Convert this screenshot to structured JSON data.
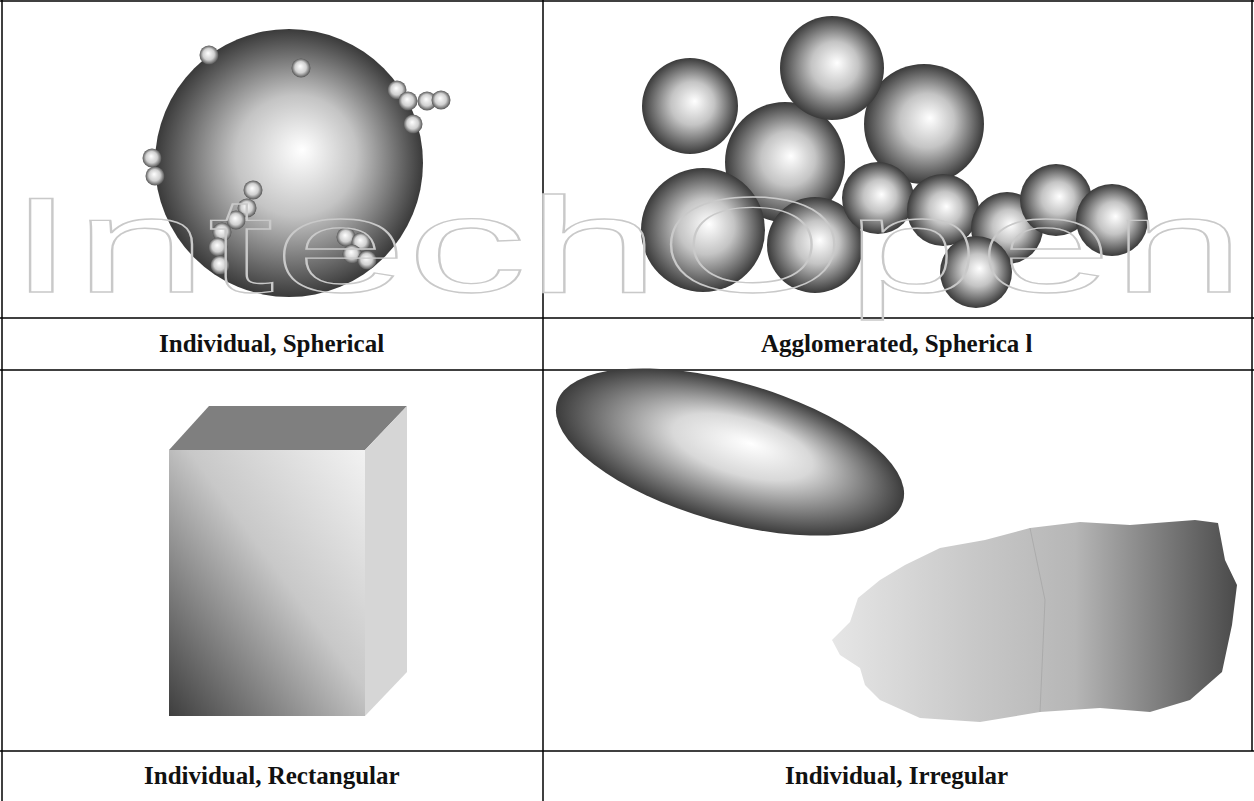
{
  "diagram": {
    "labels": [
      "Individual, Spherical",
      "Agglomerated, Spherica l",
      "Individual, Rectangular",
      "Individual, Irregular",
      "IntechOpen"
    ]
  }
}
